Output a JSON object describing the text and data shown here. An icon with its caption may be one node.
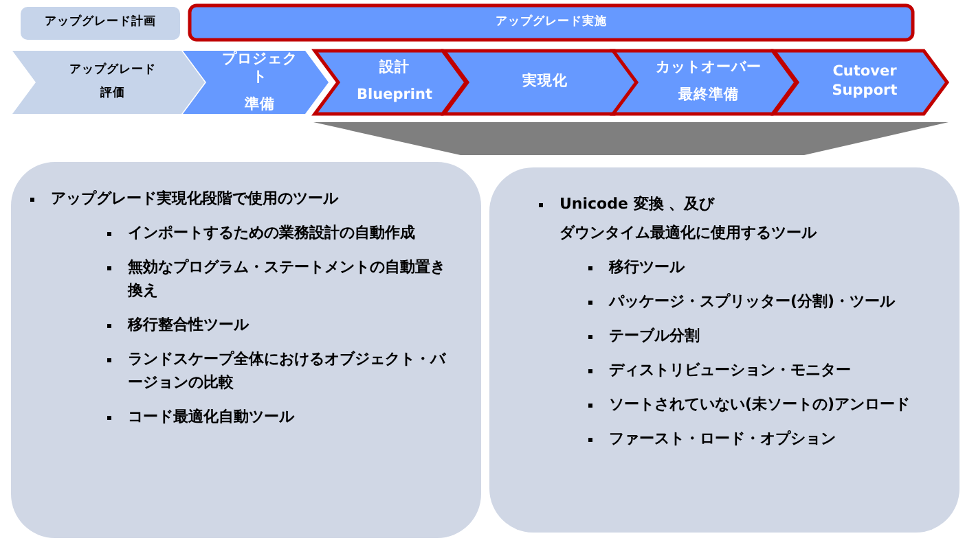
{
  "diagram": {
    "nodes": [
      {
        "text": [
          "アップグレード計画"
        ]
      },
      {
        "text": [
          "アップグレード実施"
        ]
      },
      {
        "text": [
          "アップグレード",
          "評価"
        ]
      },
      {
        "text": [
          "プロジェクト",
          "準備"
        ]
      },
      {
        "text": [
          "設計",
          "Blueprint"
        ]
      },
      {
        "text": [
          "実現化"
        ]
      },
      {
        "text": [
          "カットオーバー",
          "最終準備"
        ]
      },
      {
        "text": [
          "Cutover Support"
        ]
      },
      {
        "text": [
          "アップグレード実現化段階で使用のツール",
          "インポートするための業務設計の自動作成",
          "無効なプログラム・ステートメントの自動置き換え",
          "移行整合性ツール",
          "ランドスケープ全体におけるオブジェクト・バージョンの比較",
          "コード最適化自動ツール"
        ]
      },
      {
        "text": [
          "Unicode 変換 、及び",
          "ダウンタイム最適化に使用するツール",
          "移行ツール",
          "パッケージ・スプリッター(分割)・ツール",
          "テーブル分割",
          "ディストリビューション・モニター",
          "ソートされていない(未ソートの)アンロード",
          "ファースト・ロード・オプション"
        ]
      },
      {
        "text": [],
        "shape": "trapezoid"
      }
    ],
    "edges": []
  }
}
